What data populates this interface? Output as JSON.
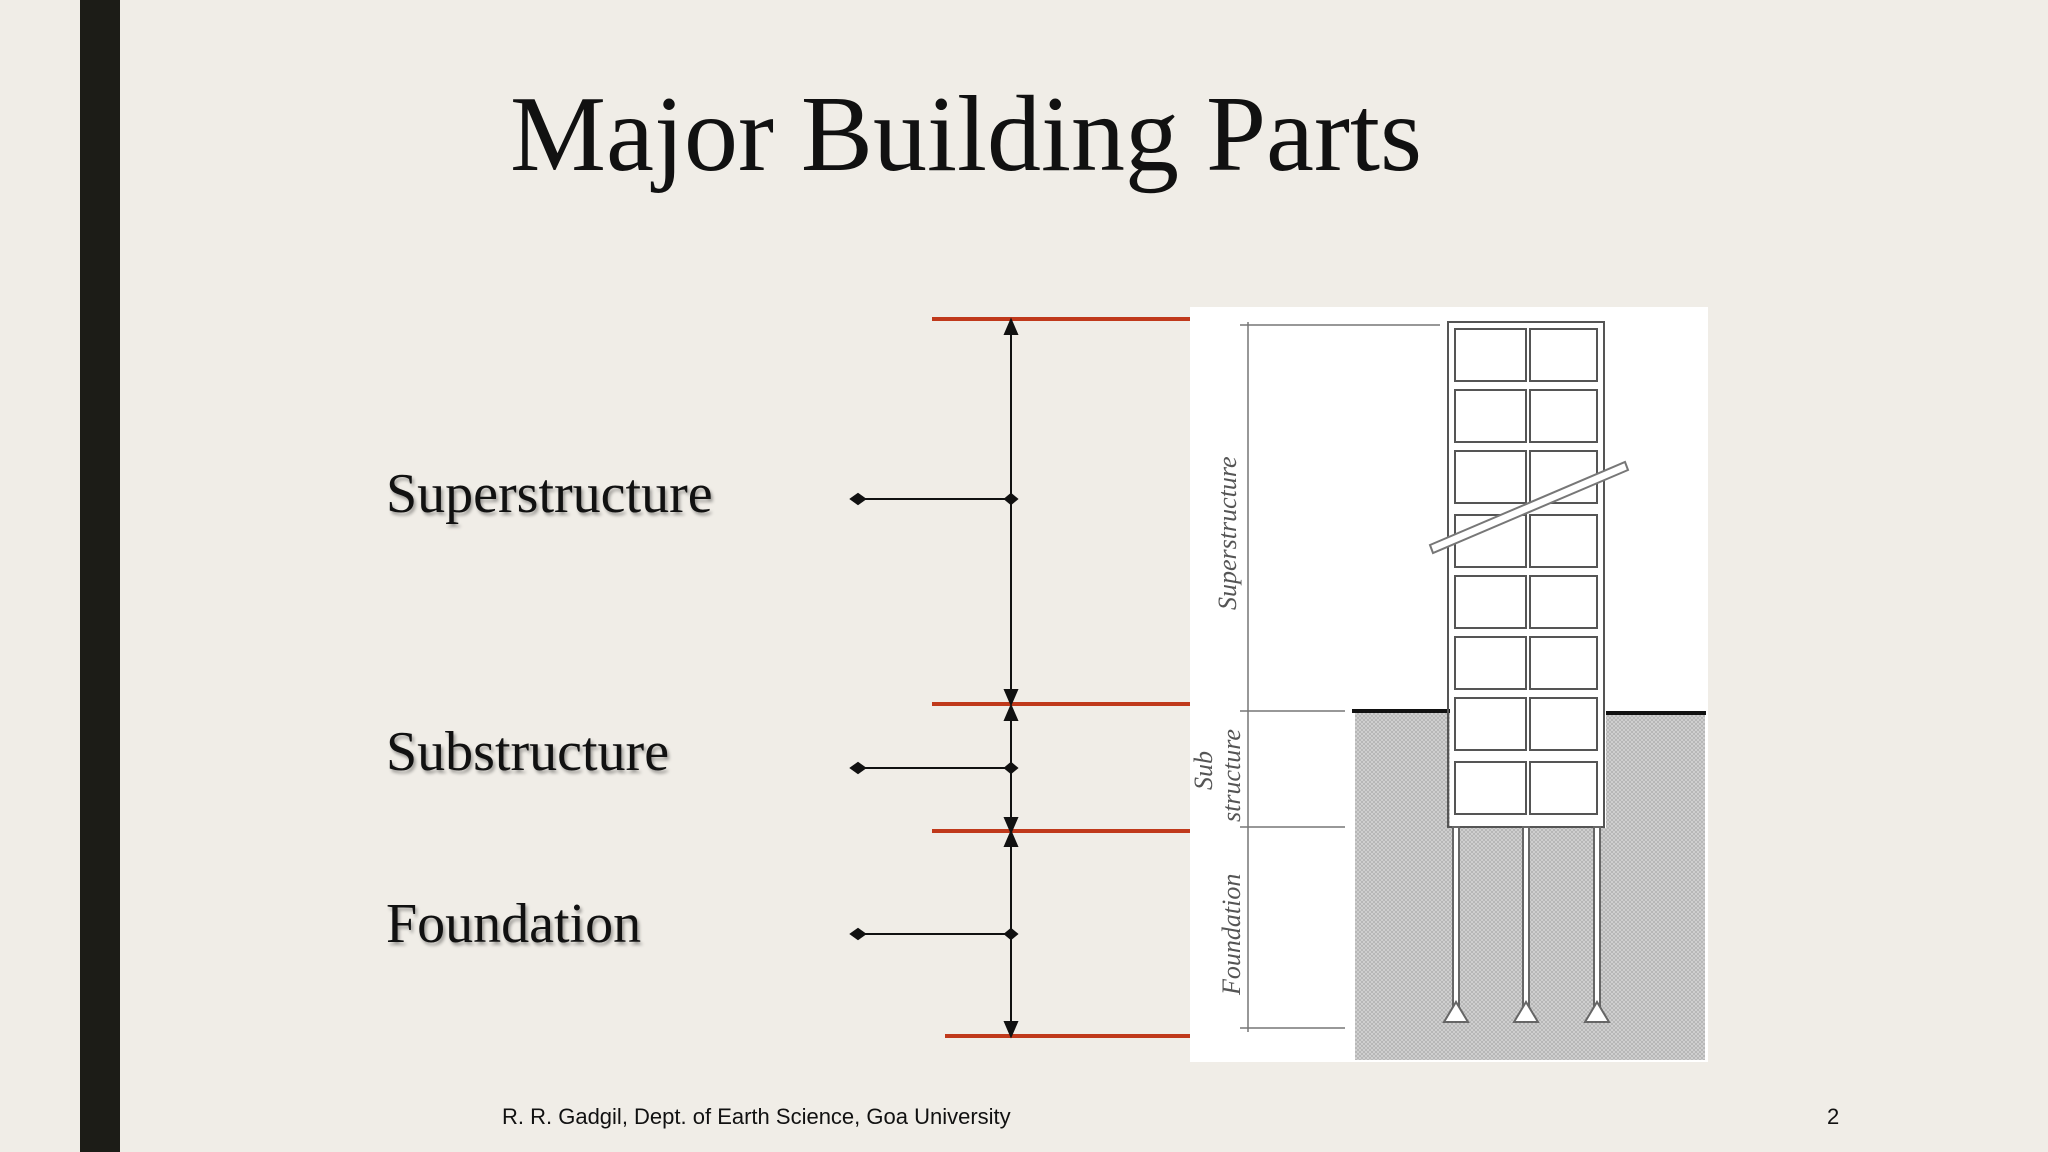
{
  "slide": {
    "title": "Major Building Parts",
    "footer": "R. R. Gadgil, Dept. of Earth Science, Goa University",
    "page_number": "2"
  },
  "labels": {
    "superstructure": "Superstructure",
    "substructure": "Substructure",
    "foundation": "Foundation"
  },
  "figure": {
    "superstructure": "Superstructure",
    "sub_line1": "Sub",
    "sub_line2": "structure",
    "foundation": "Foundation"
  },
  "colors": {
    "background": "#f0ede7",
    "accent_bar": "#1c1c17",
    "divider_red": "#c0391b",
    "ground_hatch": "#c9c9c9"
  }
}
